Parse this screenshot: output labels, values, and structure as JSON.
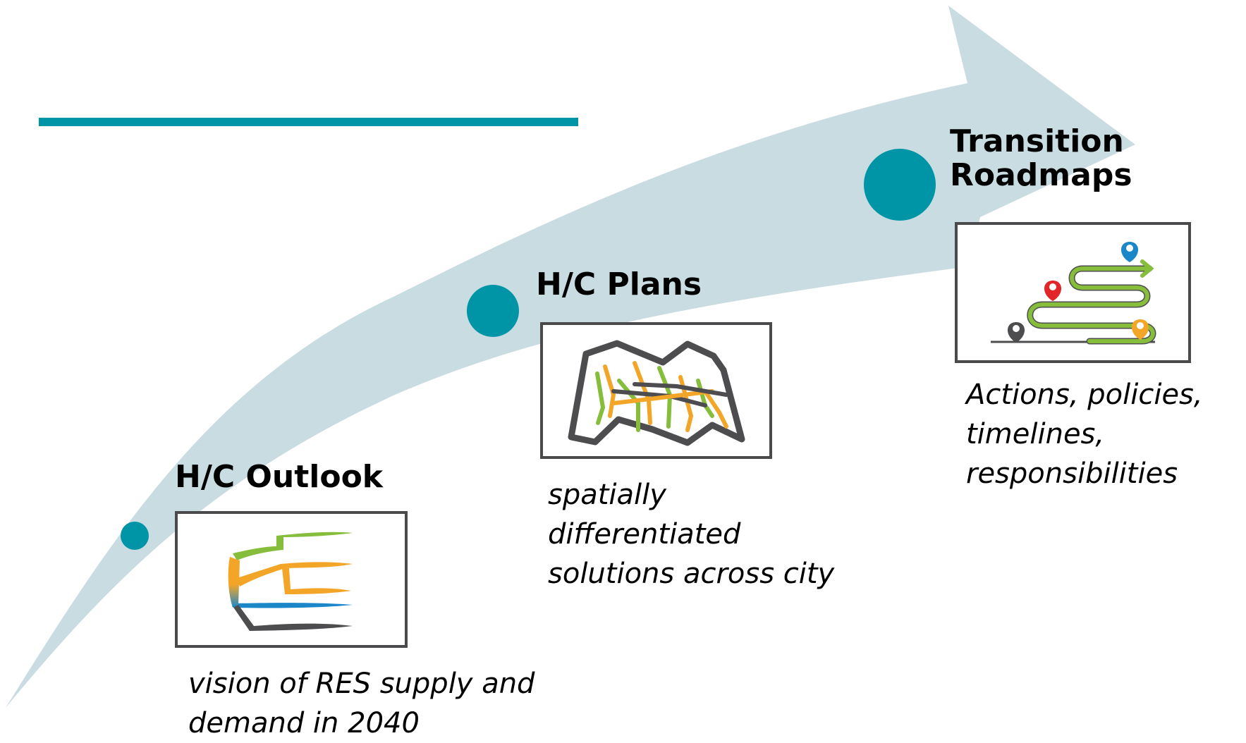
{
  "colors": {
    "arrow": "#c9dce1",
    "accent": "#0094a7",
    "frame": "#4a4a4d",
    "green": "#86bd3a",
    "orange": "#f3a528",
    "blue": "#1b87c9",
    "red": "#e32428",
    "dark": "#4d4d4f"
  },
  "stages": [
    {
      "title": [
        "H/C Outlook"
      ],
      "description": [
        "vision of RES supply and",
        "demand in 2040"
      ],
      "icon": "branching-flows-icon"
    },
    {
      "title": [
        "H/C Plans"
      ],
      "description": [
        "spatially",
        "differentiated",
        "solutions across city"
      ],
      "icon": "folded-city-map-icon"
    },
    {
      "title": [
        "Transition",
        "Roadmaps"
      ],
      "description": [
        "Actions, policies,",
        "timelines,",
        "responsibilities"
      ],
      "icon": "winding-roadmap-icon"
    }
  ]
}
